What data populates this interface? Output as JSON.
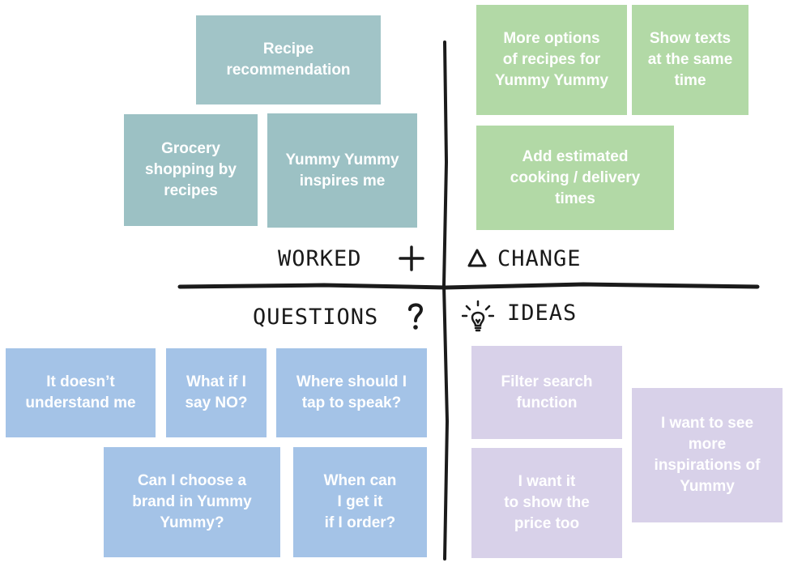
{
  "quadrants": {
    "worked": {
      "label": "WORKED",
      "symbol_icon": "plus-icon",
      "color": "#a1c4c7",
      "notes": [
        "Recipe\nrecommendation",
        "Grocery\nshopping by\nrecipes",
        "Yummy Yummy\ninspires me"
      ]
    },
    "change": {
      "label": "CHANGE",
      "symbol_icon": "delta-icon",
      "color": "#b2d9a6",
      "notes": [
        "More options\nof recipes for\nYummy Yummy",
        "Show texts\nat the same\ntime",
        "Add estimated\ncooking / delivery\ntimes"
      ]
    },
    "questions": {
      "label": "QUESTIONS",
      "symbol_icon": "question-mark-icon",
      "color": "#a4c3e7",
      "notes": [
        "It doesn’t\nunderstand me",
        "What if I\nsay NO?",
        "Where should I\ntap to speak?",
        "Can I choose a\nbrand in Yummy\nYummy?",
        "When can\nI get it\nif I order?"
      ]
    },
    "ideas": {
      "label": "IDEAS",
      "symbol_icon": "lightbulb-icon",
      "color": "#d8d1e9",
      "notes": [
        "Filter search\nfunction",
        "I want to see\nmore\ninspirations of\nYummy",
        "I want it\nto show the\nprice too"
      ]
    }
  }
}
